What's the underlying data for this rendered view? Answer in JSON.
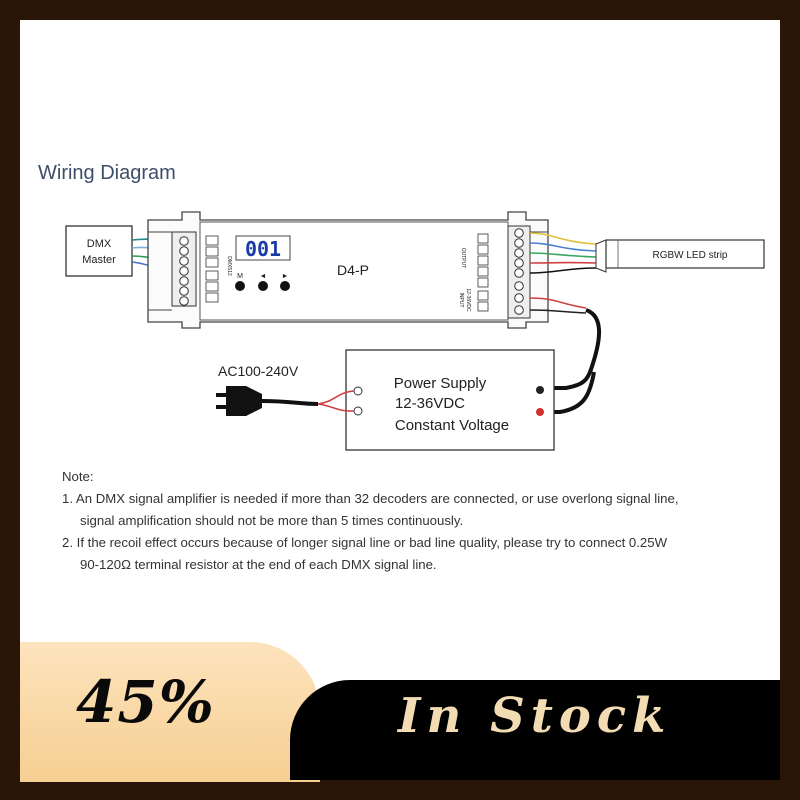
{
  "diagram": {
    "title": "Wiring Diagram",
    "dmx_master": [
      "DMX",
      "Master"
    ],
    "device_model": "D4-P",
    "display": "001",
    "output_label": "OUTPUT",
    "input_label": "INPUT",
    "input_voltage": "12-36VDC",
    "dmx_label": "DMX512",
    "led_strip": "RGBW LED strip",
    "ac_label": "AC100-240V",
    "power_supply": [
      "Power Supply",
      "12-36VDC",
      "Constant Voltage"
    ]
  },
  "notes": {
    "heading": "Note:",
    "item1_line1": "1. An DMX signal amplifier is needed if more than 32 decoders are connected, or use overlong signal line,",
    "item1_line2": "signal amplification should not be more than 5 times continuously.",
    "item2_line1": "2. If the recoil effect occurs because of longer signal line or bad line quality, please try to connect 0.25W",
    "item2_line2": "90-120Ω terminal resistor at the end of each DMX signal line."
  },
  "banner": {
    "discount": "45%",
    "stock": "In Stock"
  },
  "colors": {
    "frame": "#2a1608",
    "title": "#3d4e6a",
    "badge_left": "#f8d6a0",
    "badge_right_text": "#f3dcb4"
  }
}
